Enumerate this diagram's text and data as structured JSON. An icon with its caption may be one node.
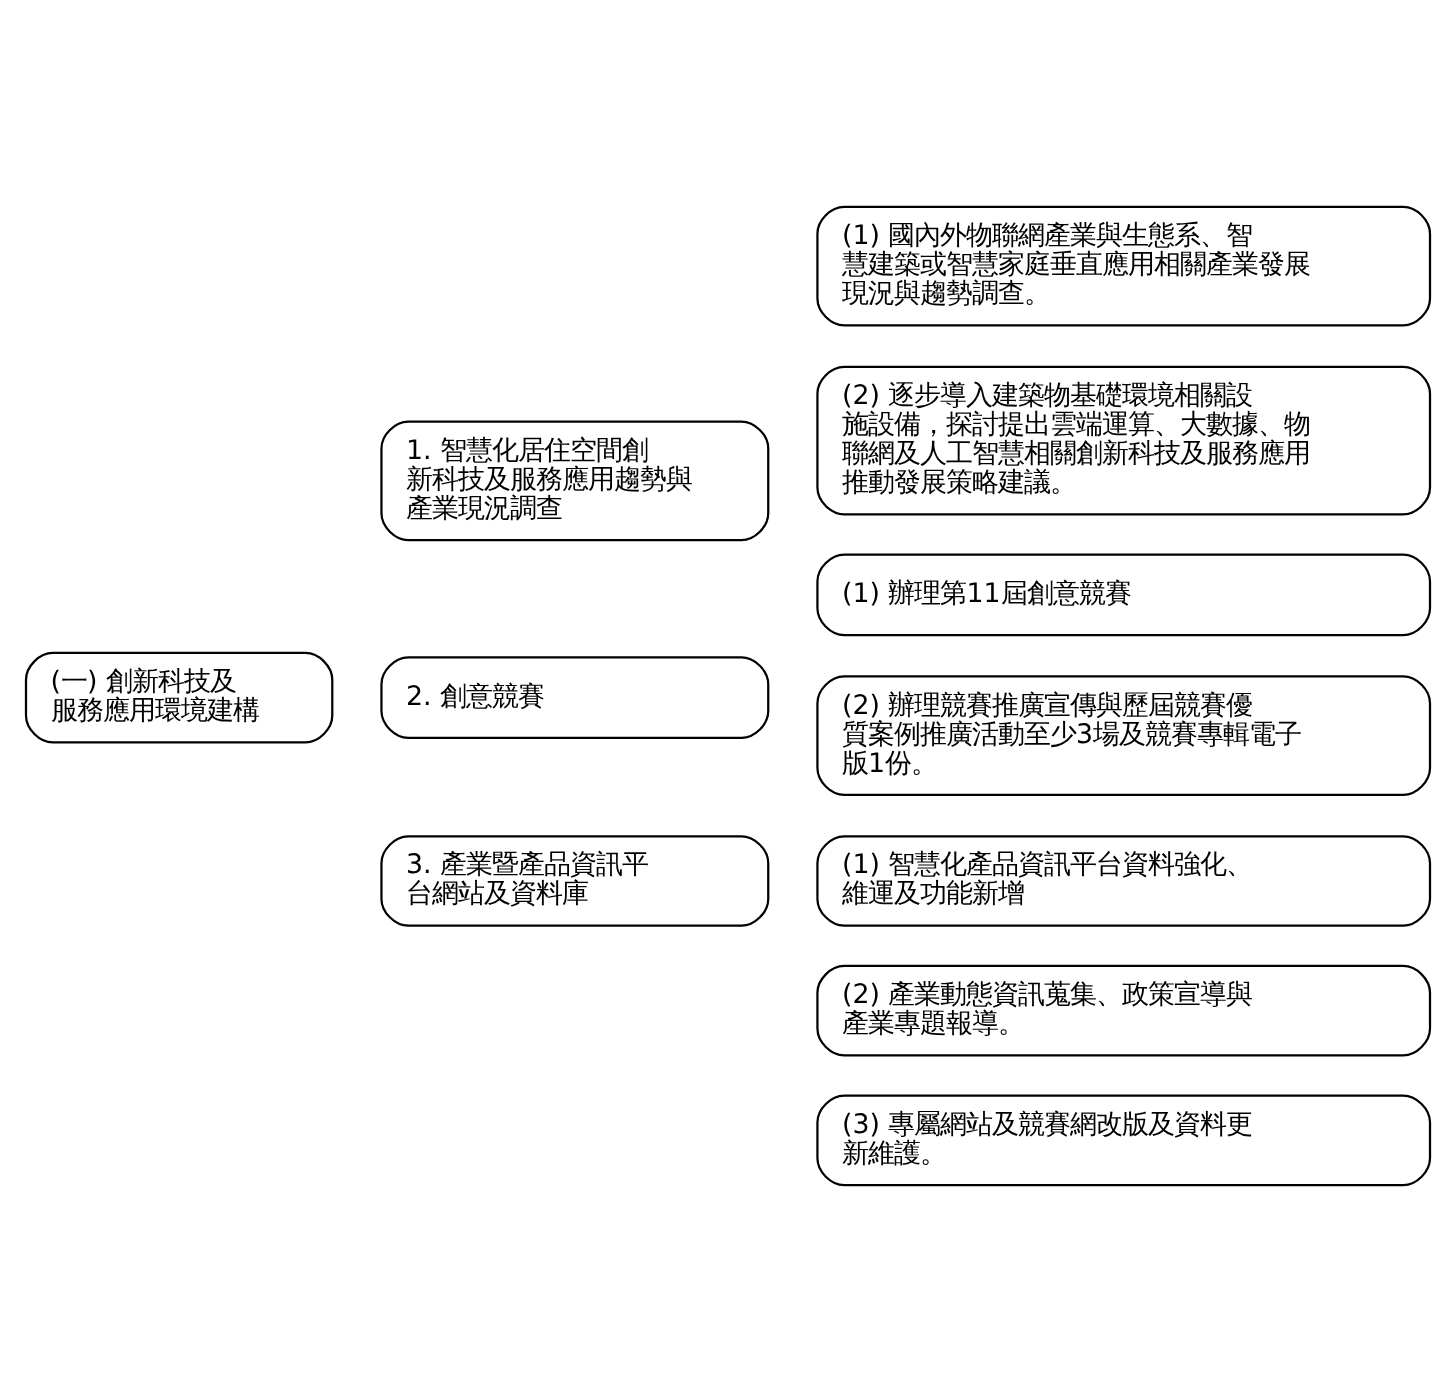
{
  "diagram": {
    "nodes": [
      {
        "text": [
          "(一) 創新科技及服務應用環境建構"
        ]
      },
      {
        "text": [
          "1. 智慧化居住空間創新科技及服務應用趨勢與產業現況調查"
        ]
      },
      {
        "text": [
          "(1) 國內外物聯網產業與生態系、智慧建築或智慧家庭垂直應用相關產業發展現況與趨勢調查。"
        ]
      },
      {
        "text": [
          "(2) 逐步導入建築物基礎環境相關設施設備，探討提出雲端運算、大數據、物聯網及人工智慧相關創新科技及服務應用推動發展策略建議。"
        ]
      },
      {
        "text": [
          "2. 創意競賽"
        ]
      },
      {
        "text": [
          "(1) 辦理第11屆創意競賽"
        ]
      },
      {
        "text": [
          "(2) 辦理競賽推廣宣傳與歷屆競賽優質案例推廣活動至少3場及競賽專輯電子版1份。"
        ]
      },
      {
        "text": [
          "3. 產業暨產品資訊平台網站及資料庫"
        ]
      },
      {
        "text": [
          "(1) 智慧化產品資訊平台資料強化、維運及功能新增"
        ]
      },
      {
        "text": [
          "(2) 產業動態資訊蒐集、政策宣導與產業專題報導。"
        ]
      },
      {
        "text": [
          "(3) 專屬網站及競賽網改版及資料更新維護。"
        ]
      }
    ]
  }
}
